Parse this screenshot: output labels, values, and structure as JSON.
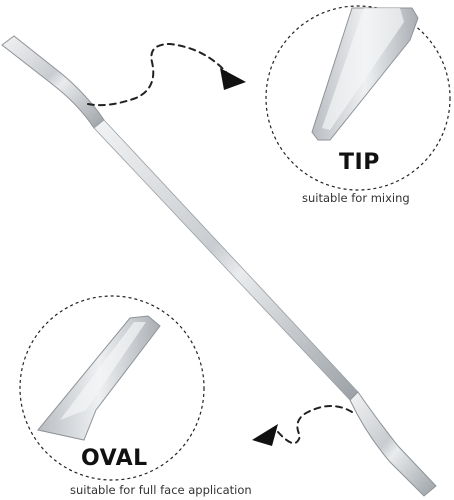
{
  "colors": {
    "background": "#ffffff",
    "steel_light": "#e6e8ea",
    "steel_mid": "#c9ccd0",
    "steel_dark": "#8e9398",
    "outline_dashed": "#222222",
    "arrow": "#111111",
    "text": "#111111"
  },
  "callouts": {
    "tip": {
      "title": "TIP",
      "caption": "suitable for mixing",
      "icon": "dashed-arrow-right-icon"
    },
    "oval": {
      "title": "OVAL",
      "caption": "suitable for full face application",
      "icon": "dashed-arrow-left-icon"
    }
  }
}
